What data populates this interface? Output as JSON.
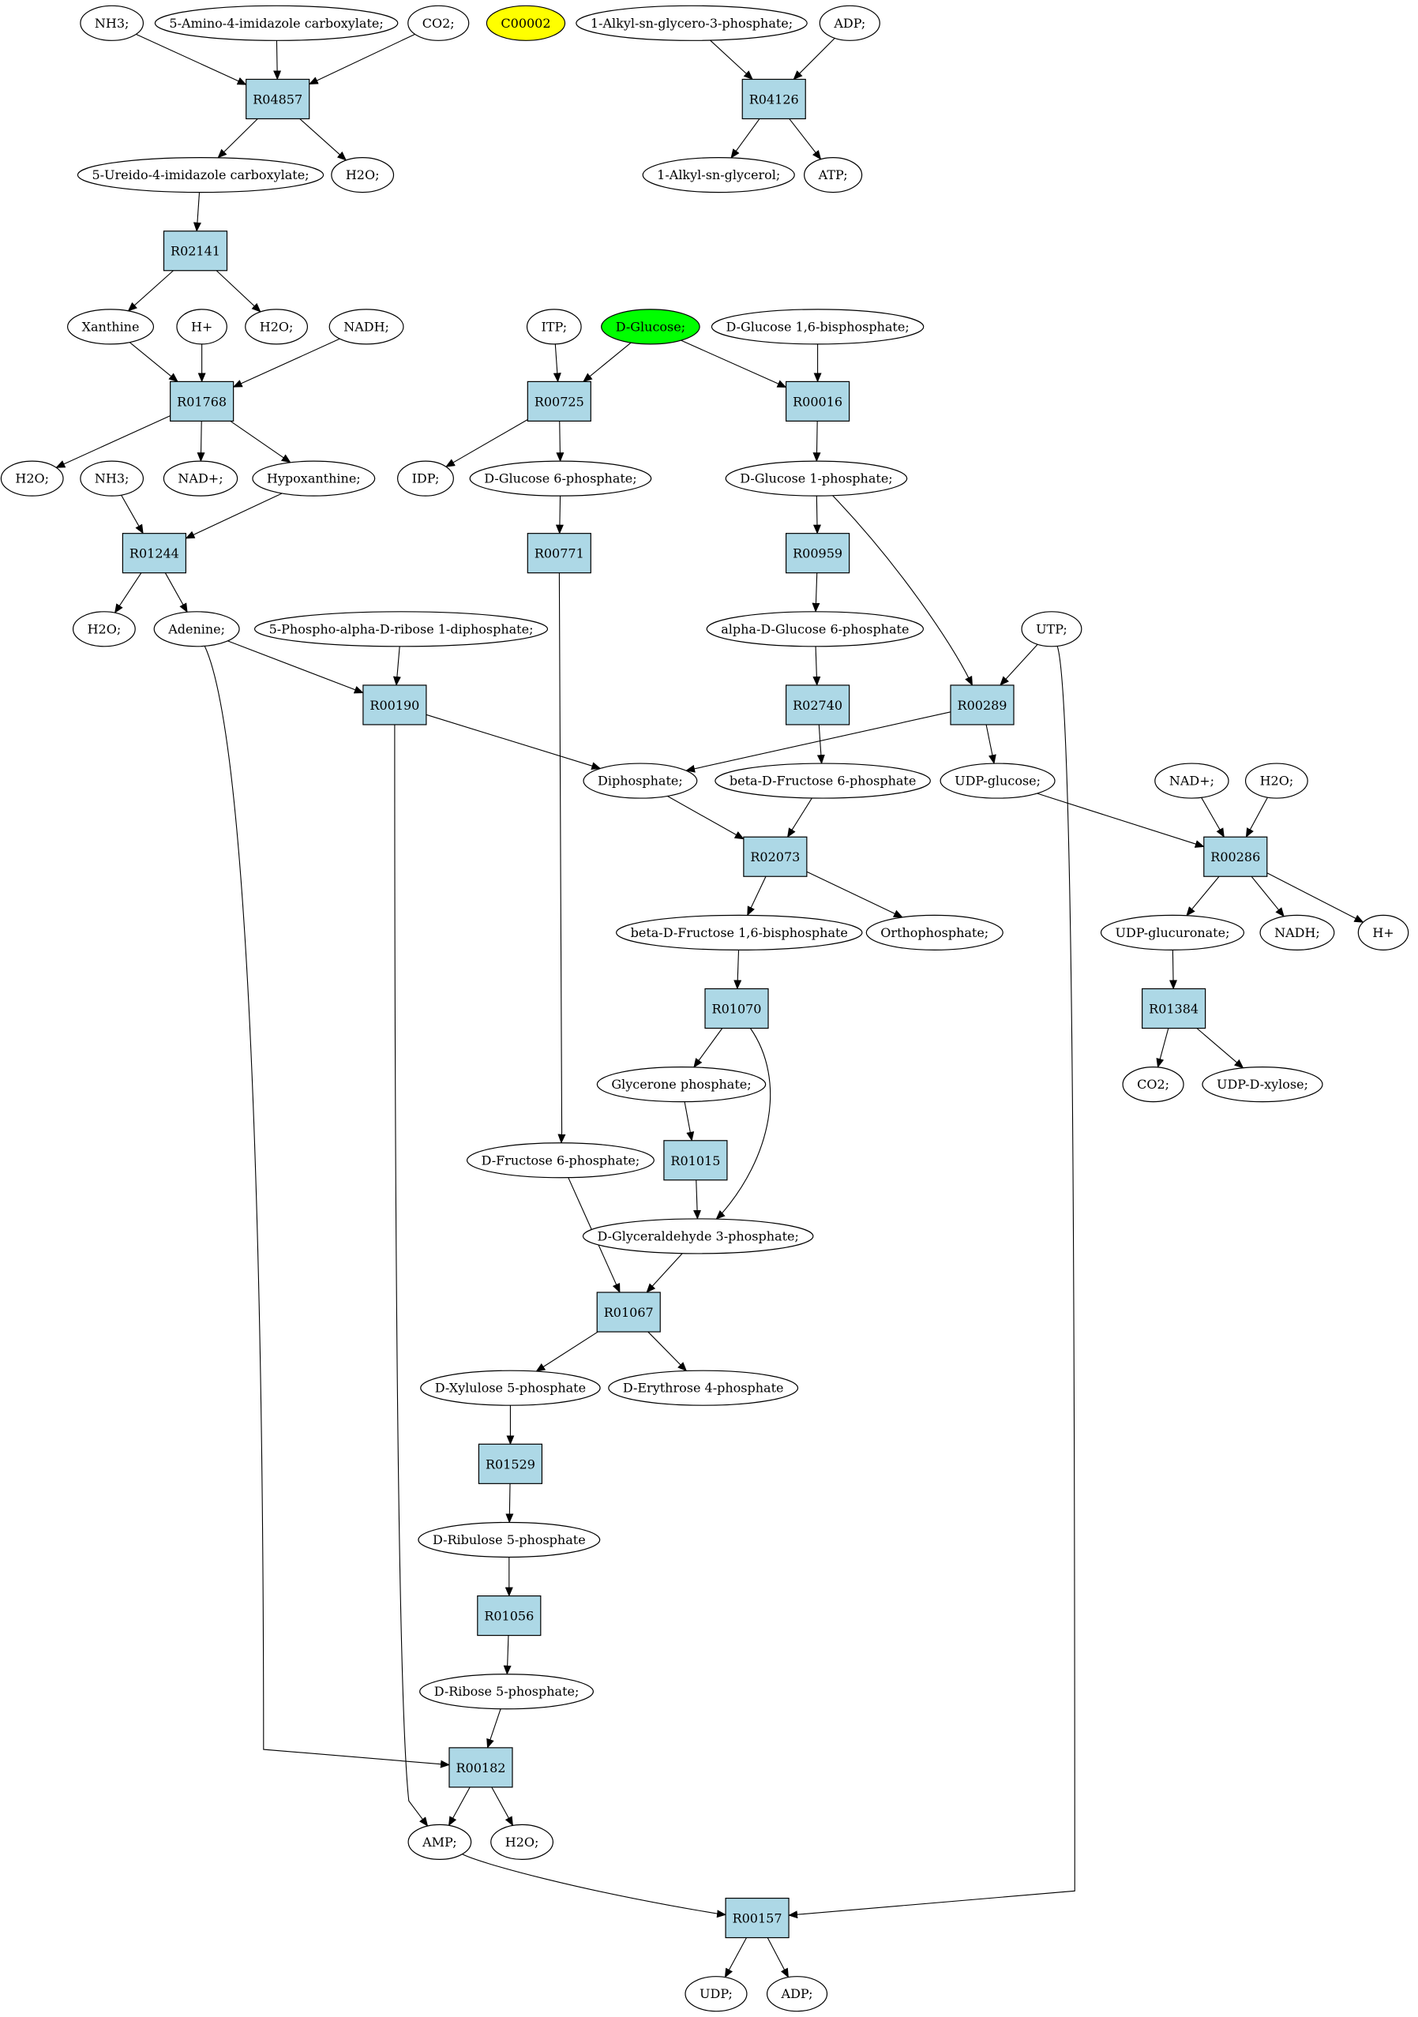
{
  "colors": {
    "reaction_fill": "#add8e6",
    "compound_fill": "#ffffff",
    "highlight_yellow": "#ffff00",
    "highlight_green": "#00ff00",
    "line": "#000000"
  },
  "reactions": [
    {
      "id": "R04857",
      "label": "R04857"
    },
    {
      "id": "R04126",
      "label": "R04126"
    },
    {
      "id": "R02141",
      "label": "R02141"
    },
    {
      "id": "R01768",
      "label": "R01768"
    },
    {
      "id": "R00725",
      "label": "R00725"
    },
    {
      "id": "R00016",
      "label": "R00016"
    },
    {
      "id": "R01244",
      "label": "R01244"
    },
    {
      "id": "R00771",
      "label": "R00771"
    },
    {
      "id": "R00959",
      "label": "R00959"
    },
    {
      "id": "R00190",
      "label": "R00190"
    },
    {
      "id": "R02740",
      "label": "R02740"
    },
    {
      "id": "R00289",
      "label": "R00289"
    },
    {
      "id": "R02073",
      "label": "R02073"
    },
    {
      "id": "R00286",
      "label": "R00286"
    },
    {
      "id": "R01070",
      "label": "R01070"
    },
    {
      "id": "R01384",
      "label": "R01384"
    },
    {
      "id": "R01015",
      "label": "R01015"
    },
    {
      "id": "R01067",
      "label": "R01067"
    },
    {
      "id": "R01529",
      "label": "R01529"
    },
    {
      "id": "R01056",
      "label": "R01056"
    },
    {
      "id": "R00182",
      "label": "R00182"
    },
    {
      "id": "R00157",
      "label": "R00157"
    }
  ],
  "compounds": [
    {
      "id": "nh3_a",
      "label": "NH3;"
    },
    {
      "id": "aminoimidazole",
      "label": "5-Amino-4-imidazole carboxylate;"
    },
    {
      "id": "co2_a",
      "label": "CO2;"
    },
    {
      "id": "c00002",
      "label": "C00002",
      "highlight": "yellow"
    },
    {
      "id": "alkylglycero3p",
      "label": "1-Alkyl-sn-glycero-3-phosphate;"
    },
    {
      "id": "adp_a",
      "label": "ADP;"
    },
    {
      "id": "ureido",
      "label": "5-Ureido-4-imidazole carboxylate;"
    },
    {
      "id": "h2o_a",
      "label": "H2O;"
    },
    {
      "id": "alkylglycerol",
      "label": "1-Alkyl-sn-glycerol;"
    },
    {
      "id": "atp",
      "label": "ATP;"
    },
    {
      "id": "xanthine",
      "label": "Xanthine"
    },
    {
      "id": "hplus_a",
      "label": "H+"
    },
    {
      "id": "h2o_b",
      "label": "H2O;"
    },
    {
      "id": "nadh_a",
      "label": "NADH;"
    },
    {
      "id": "itp",
      "label": "ITP;"
    },
    {
      "id": "dglucose",
      "label": "D-Glucose;",
      "highlight": "green"
    },
    {
      "id": "glc16bp",
      "label": "D-Glucose 1,6-bisphosphate;"
    },
    {
      "id": "h2o_c",
      "label": "H2O;"
    },
    {
      "id": "nh3_b",
      "label": "NH3;"
    },
    {
      "id": "nadplus_a",
      "label": "NAD+;"
    },
    {
      "id": "hypoxanthine",
      "label": "Hypoxanthine;"
    },
    {
      "id": "idp",
      "label": "IDP;"
    },
    {
      "id": "glc6p",
      "label": "D-Glucose 6-phosphate;"
    },
    {
      "id": "glc1p",
      "label": "D-Glucose 1-phosphate;"
    },
    {
      "id": "h2o_d",
      "label": "H2O;"
    },
    {
      "id": "adenine",
      "label": "Adenine;"
    },
    {
      "id": "prpp",
      "label": "5-Phospho-alpha-D-ribose 1-diphosphate;"
    },
    {
      "id": "aglc6p",
      "label": "alpha-D-Glucose 6-phosphate"
    },
    {
      "id": "utp",
      "label": "UTP;"
    },
    {
      "id": "diphosphate",
      "label": "Diphosphate;"
    },
    {
      "id": "bfru6p",
      "label": "beta-D-Fructose 6-phosphate"
    },
    {
      "id": "udpglucose",
      "label": "UDP-glucose;"
    },
    {
      "id": "nadplus_b",
      "label": "NAD+;"
    },
    {
      "id": "h2o_e",
      "label": "H2O;"
    },
    {
      "id": "bfru16bp",
      "label": "beta-D-Fructose 1,6-bisphosphate"
    },
    {
      "id": "orthophosphate",
      "label": "Orthophosphate;"
    },
    {
      "id": "udpglucuronate",
      "label": "UDP-glucuronate;"
    },
    {
      "id": "nadh_b",
      "label": "NADH;"
    },
    {
      "id": "hplus_b",
      "label": "H+"
    },
    {
      "id": "glyceronep",
      "label": "Glycerone phosphate;"
    },
    {
      "id": "co2_b",
      "label": "CO2;"
    },
    {
      "id": "udpxylose",
      "label": "UDP-D-xylose;"
    },
    {
      "id": "fru6p",
      "label": "D-Fructose 6-phosphate;"
    },
    {
      "id": "gap",
      "label": "D-Glyceraldehyde 3-phosphate;"
    },
    {
      "id": "xylulose5p",
      "label": "D-Xylulose 5-phosphate"
    },
    {
      "id": "erythrose4p",
      "label": "D-Erythrose 4-phosphate"
    },
    {
      "id": "ribulose5p",
      "label": "D-Ribulose 5-phosphate"
    },
    {
      "id": "ribose5p",
      "label": "D-Ribose 5-phosphate;"
    },
    {
      "id": "amp",
      "label": "AMP;"
    },
    {
      "id": "h2o_f",
      "label": "H2O;"
    },
    {
      "id": "udp",
      "label": "UDP;"
    },
    {
      "id": "adp_b",
      "label": "ADP;"
    }
  ],
  "edges": [
    [
      "nh3_a",
      "R04857"
    ],
    [
      "aminoimidazole",
      "R04857"
    ],
    [
      "co2_a",
      "R04857"
    ],
    [
      "R04857",
      "ureido"
    ],
    [
      "R04857",
      "h2o_a"
    ],
    [
      "alkylglycero3p",
      "R04126"
    ],
    [
      "adp_a",
      "R04126"
    ],
    [
      "R04126",
      "alkylglycerol"
    ],
    [
      "R04126",
      "atp"
    ],
    [
      "ureido",
      "R02141"
    ],
    [
      "R02141",
      "xanthine"
    ],
    [
      "R02141",
      "h2o_b"
    ],
    [
      "xanthine",
      "R01768"
    ],
    [
      "hplus_a",
      "R01768"
    ],
    [
      "nadh_a",
      "R01768"
    ],
    [
      "R01768",
      "h2o_c"
    ],
    [
      "R01768",
      "nadplus_a"
    ],
    [
      "R01768",
      "hypoxanthine"
    ],
    [
      "nh3_b",
      "R01244"
    ],
    [
      "hypoxanthine",
      "R01244"
    ],
    [
      "R01244",
      "h2o_d"
    ],
    [
      "R01244",
      "adenine"
    ],
    [
      "itp",
      "R00725"
    ],
    [
      "dglucose",
      "R00725"
    ],
    [
      "R00725",
      "idp"
    ],
    [
      "R00725",
      "glc6p"
    ],
    [
      "dglucose",
      "R00016"
    ],
    [
      "glc16bp",
      "R00016"
    ],
    [
      "R00016",
      "glc1p"
    ],
    [
      "glc6p",
      "R00771"
    ],
    [
      "glc1p",
      "R00959"
    ],
    [
      "R00959",
      "aglc6p"
    ],
    [
      "adenine",
      "R00190"
    ],
    [
      "prpp",
      "R00190"
    ],
    [
      "R00190",
      "diphosphate"
    ],
    [
      "aglc6p",
      "R02740"
    ],
    [
      "R02740",
      "bfru6p"
    ],
    [
      "glc1p",
      "R00289"
    ],
    [
      "utp",
      "R00289"
    ],
    [
      "R00289",
      "diphosphate"
    ],
    [
      "R00289",
      "udpglucose"
    ],
    [
      "diphosphate",
      "R02073"
    ],
    [
      "bfru6p",
      "R02073"
    ],
    [
      "R02073",
      "bfru16bp"
    ],
    [
      "R02073",
      "orthophosphate"
    ],
    [
      "udpglucose",
      "R00286"
    ],
    [
      "nadplus_b",
      "R00286"
    ],
    [
      "h2o_e",
      "R00286"
    ],
    [
      "R00286",
      "udpglucuronate"
    ],
    [
      "R00286",
      "nadh_b"
    ],
    [
      "R00286",
      "hplus_b"
    ],
    [
      "bfru16bp",
      "R01070"
    ],
    [
      "R01070",
      "glyceronep"
    ],
    [
      "R01070",
      "gap"
    ],
    [
      "udpglucuronate",
      "R01384"
    ],
    [
      "R01384",
      "co2_b"
    ],
    [
      "R01384",
      "udpxylose"
    ],
    [
      "glyceronep",
      "R01015"
    ],
    [
      "R01015",
      "gap"
    ],
    [
      "R00771",
      "fru6p"
    ],
    [
      "fru6p",
      "R01067"
    ],
    [
      "gap",
      "R01067"
    ],
    [
      "R01067",
      "xylulose5p"
    ],
    [
      "R01067",
      "erythrose4p"
    ],
    [
      "xylulose5p",
      "R01529"
    ],
    [
      "R01529",
      "ribulose5p"
    ],
    [
      "ribulose5p",
      "R01056"
    ],
    [
      "R01056",
      "ribose5p"
    ],
    [
      "adenine",
      "R00182"
    ],
    [
      "ribose5p",
      "R00182"
    ],
    [
      "R00182",
      "amp"
    ],
    [
      "R00182",
      "h2o_f"
    ],
    [
      "R00190",
      "amp"
    ],
    [
      "amp",
      "R00157"
    ],
    [
      "utp",
      "R00157"
    ],
    [
      "R00157",
      "udp"
    ],
    [
      "R00157",
      "adp_b"
    ]
  ]
}
